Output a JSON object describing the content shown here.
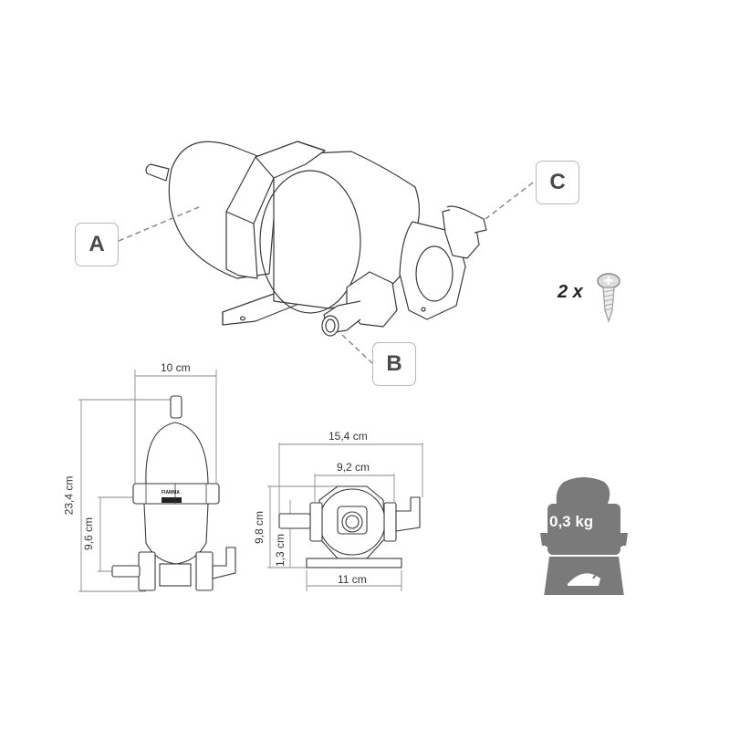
{
  "callouts": [
    {
      "id": "A",
      "label": "A"
    },
    {
      "id": "B",
      "label": "B"
    },
    {
      "id": "C",
      "label": "C"
    }
  ],
  "accessories": {
    "quantity": "2 x",
    "icon": "screw-icon"
  },
  "front_view": {
    "width": "10 cm",
    "total_height": "23,4 cm",
    "lower_height": "9,6 cm",
    "brand_label": "FIAMMA"
  },
  "side_view": {
    "overall_width": "15,4 cm",
    "port_spacing": "9,2 cm",
    "height": "9,8 cm",
    "base_height": "1,3 cm",
    "base_width": "11 cm"
  },
  "weight": {
    "value": "0,3 kg",
    "icon": "scale-weight-icon",
    "color": "#7a7a7a"
  },
  "colors": {
    "line": "#3a3a3a",
    "dimension_line": "#8a8a8a",
    "callout_border": "#b8b8b8",
    "callout_text": "#4a4a4a"
  }
}
